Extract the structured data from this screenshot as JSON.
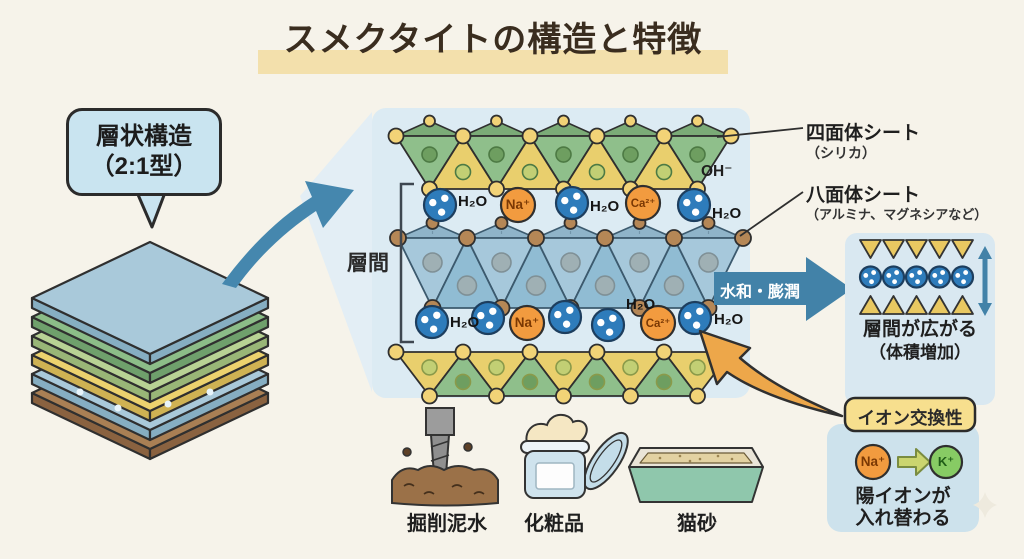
{
  "title": "スメクタイトの構造と特徴",
  "bubble": {
    "line1": "層状構造",
    "line2": "（2:1型）"
  },
  "structure": {
    "interlayer": "層間",
    "oh": "OH⁻",
    "tetra_title": "四面体シート",
    "tetra_sub": "（シリカ）",
    "octa_title": "八面体シート",
    "octa_sub": "（アルミナ、マグネシアなど）"
  },
  "ions": {
    "h2o": "H₂O",
    "na": "Na⁺",
    "ca": "Ca²⁺",
    "k": "K⁺"
  },
  "swelling": {
    "arrow": "水和・膨潤",
    "line1": "層間が広がる",
    "line2": "（体積増加）"
  },
  "exchange": {
    "title": "イオン交換性",
    "line1": "陽イオンが",
    "line2": "入れ替わる"
  },
  "applications": [
    {
      "label": "掘削泥水"
    },
    {
      "label": "化粧品"
    },
    {
      "label": "猫砂"
    }
  ],
  "colors": {
    "background": "#f6f3ea",
    "title_highlight": "#f3e0ac",
    "panel_blue": "#dcebf3",
    "bubble_blue": "#c9e4f0",
    "arrow_blue": "#4587ae",
    "arrow_orange": "#eda74a",
    "ion_orange": "#f29b3f",
    "water_blue": "#2e7cbb",
    "potassium_green": "#87cb64",
    "tetra_green": "#8fbf8b",
    "tetra_yellow": "#e9cf6d",
    "octa_blue": "#a6c8db"
  }
}
